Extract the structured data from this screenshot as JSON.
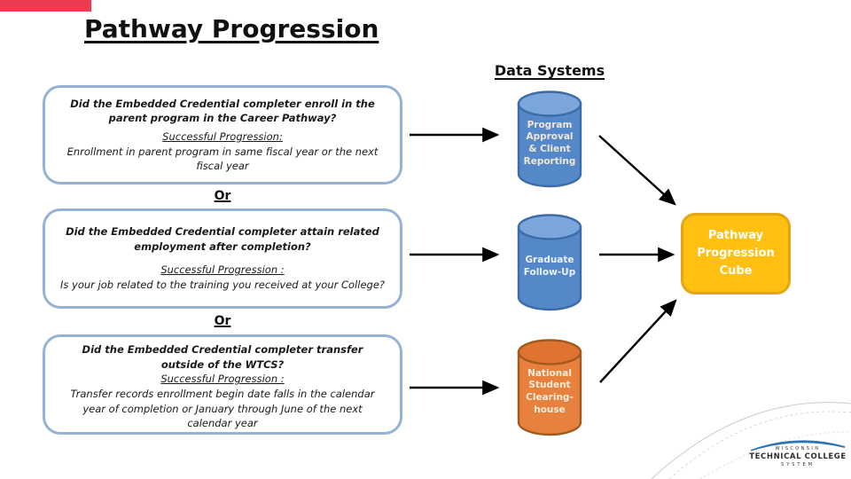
{
  "slide": {
    "title": "Pathway Progression"
  },
  "data_systems": {
    "heading": "Data Systems"
  },
  "boxes": [
    {
      "question": "Did the Embedded Credential completer enroll in the parent program in the Career Pathway?",
      "progression_label": "Successful Progression:",
      "progression_detail": "Enrollment in parent program in same fiscal year or the next fiscal year"
    },
    {
      "question": "Did the Embedded Credential completer attain related employment after completion?",
      "progression_label": "Successful Progression :",
      "progression_detail": "Is your job related to the training you received at your College?"
    },
    {
      "question": "Did the Embedded Credential completer transfer outside of the WTCS?",
      "progression_label": "Successful Progression :",
      "progression_detail": "Transfer records enrollment begin date falls in the calendar year of completion or January through June of the next calendar year"
    }
  ],
  "or_labels": [
    "Or",
    "Or"
  ],
  "cylinders": [
    {
      "name": "program-approval-client-reporting",
      "lines": [
        "Program",
        "Approval",
        "& Client",
        "Reporting"
      ]
    },
    {
      "name": "graduate-follow-up",
      "lines": [
        "Graduate",
        "Follow-Up"
      ]
    },
    {
      "name": "national-student-clearinghouse",
      "lines": [
        "National",
        "Student",
        "Clearing-",
        "house"
      ]
    }
  ],
  "cube": {
    "label": "Pathway Progression Cube"
  },
  "logo": {
    "line1": "WISCONSIN",
    "line2": "TECHNICAL COLLEGE",
    "line3": "SYSTEM"
  },
  "colors": {
    "accent_bar": "#ED3B4F",
    "box_border": "#95B3D7",
    "cylinder_blue_fill": "#5488C8",
    "cylinder_blue_top": "#7AA6DC",
    "cylinder_blue_stroke": "#3B6CA8",
    "cylinder_blue1_text": "#F1E6D6",
    "cylinder_blue2_text": "#EAF2FA",
    "cylinder_orange_fill": "#E8813D",
    "cylinder_orange_top": "#DF7330",
    "cylinder_orange_stroke": "#A05A1E",
    "cylinder_orange_text": "#F7ECD9",
    "cube_fill": "#FFC011",
    "cube_border": "#E2A713",
    "arrow": "#000000",
    "logo_swoosh": "#2E74B5"
  }
}
